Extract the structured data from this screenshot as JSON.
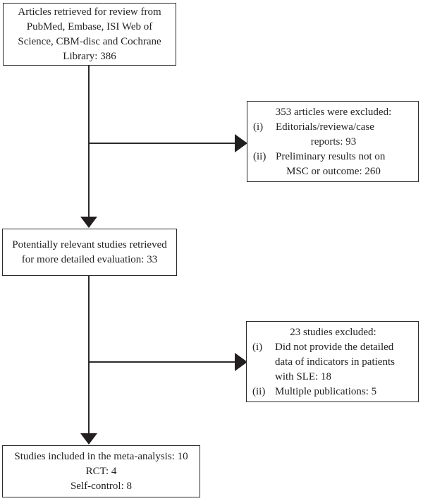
{
  "figure": {
    "kind": "study-selection-flowchart",
    "colors": {
      "background": "#ffffff",
      "line": "#2b2a29",
      "text": "#231f20"
    }
  },
  "boxes": {
    "source": {
      "lines": [
        "Articles retrieved for review from",
        "PubMed, Embase, ISI Web of",
        "Science, CBM-disc and Cochrane",
        "Library: 386"
      ]
    },
    "excluded1": {
      "title": "353 articles were excluded:",
      "items": [
        {
          "marker": "(i)",
          "line1": "Editorials/reviewa/case",
          "line2": "reports: 93"
        },
        {
          "marker": "(ii)",
          "line1": "Preliminary results not on",
          "line2": "MSC or outcome: 260"
        }
      ]
    },
    "relevant": {
      "lines": [
        "Potentially relevant studies retrieved",
        "for more detailed evaluation: 33"
      ]
    },
    "excluded2": {
      "title": "23 studies excluded:",
      "items": [
        {
          "marker": "(i)",
          "lines": [
            "Did not provide the detailed",
            "data of indicators in patients",
            "with SLE: 18"
          ]
        },
        {
          "marker": "(ii)",
          "lines": [
            "Multiple publications: 5"
          ]
        }
      ]
    },
    "included": {
      "lines": [
        "Studies included in the meta-analysis: 10",
        "RCT: 4",
        "Self-control: 8"
      ]
    }
  }
}
